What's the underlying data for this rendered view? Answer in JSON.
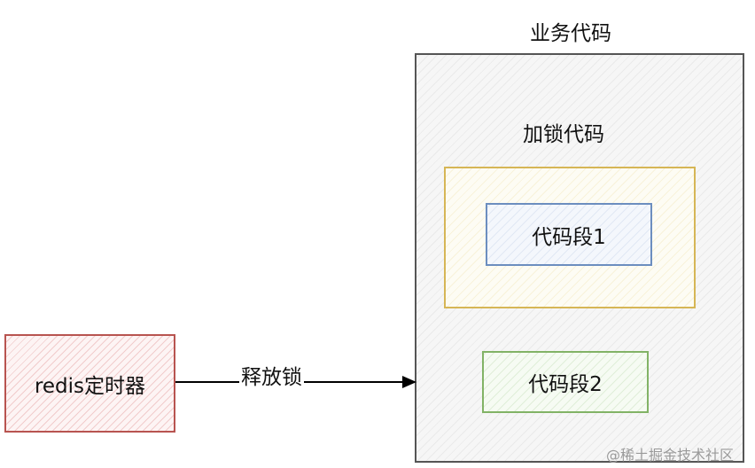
{
  "diagram": {
    "business_code_title": "业务代码",
    "lock_code_label": "加锁代码",
    "segment1_label": "代码段1",
    "segment2_label": "代码段2",
    "timer_label": "redis定时器",
    "arrow_label": "释放锁"
  },
  "watermark": "@稀土掘金技术社区",
  "colors": {
    "outer_border": "#555555",
    "timer_border": "#b85450",
    "lock_border": "#d6b656",
    "segment1_border": "#6c8ebf",
    "segment2_border": "#82b366"
  }
}
